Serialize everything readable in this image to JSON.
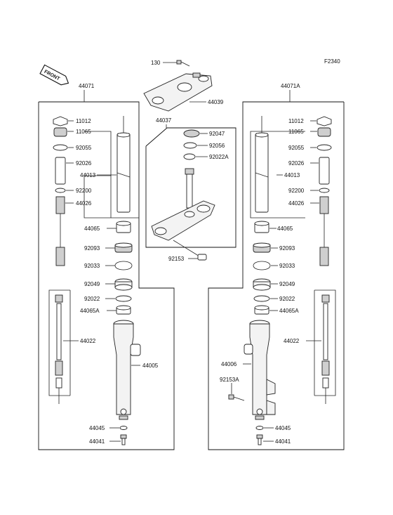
{
  "figure_code": "F2340",
  "front_badge": "FRONT",
  "top": {
    "bolt": "130",
    "upper_bracket": "44039"
  },
  "left_fork": {
    "assembly": "44071",
    "parts": {
      "p11012": "11012",
      "p11065": "11065",
      "p92055": "92055",
      "p92026": "92026",
      "p44013": "44013",
      "p92200": "92200",
      "p44026": "44026",
      "p44065": "44065",
      "p92093": "92093",
      "p92033": "92033",
      "p92049": "92049",
      "p92022": "92022",
      "p44065A": "44065A",
      "p44022": "44022",
      "p44005": "44005",
      "p44045": "44045",
      "p44041": "44041"
    }
  },
  "stem": {
    "assembly": "44037",
    "parts": {
      "p92047": "92047",
      "p92056": "92056",
      "p92022A": "92022A",
      "p92153": "92153"
    }
  },
  "right_fork": {
    "assembly": "44071A",
    "parts": {
      "p11012": "11012",
      "p11065": "11065",
      "p92055": "92055",
      "p92026": "92026",
      "p44013": "44013",
      "p92200": "92200",
      "p44026": "44026",
      "p44065": "44065",
      "p92093": "92093",
      "p92033": "92033",
      "p92049": "92049",
      "p92022": "92022",
      "p44065A": "44065A",
      "p44022": "44022",
      "p44006": "44006",
      "p92153A": "92153A",
      "p44045": "44045",
      "p44041": "44041"
    }
  }
}
